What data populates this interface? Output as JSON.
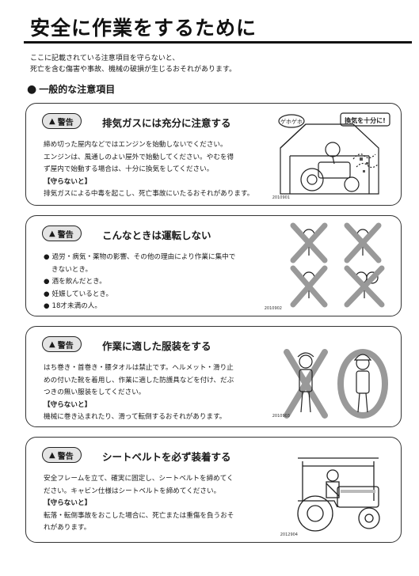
{
  "page": {
    "title": "安全に作業をするために",
    "intro": [
      "ここに記載されている注意項目を守らないと、",
      "死亡を含む傷害や事故、機械の破損が生じるおそれがあります。"
    ],
    "section_heading": "一般的な注意項目"
  },
  "badge_label": "警告",
  "cards": [
    {
      "title": "排気ガスには充分に注意する",
      "body": [
        "締め切った屋内などではエンジンを始動しないでください。",
        "エンジンは、風通しのよい屋外で始動してください。やむを得",
        "ず屋内で始動する場合は、十分に換気をしてください。"
      ],
      "consequence_heading": "【守らないと】",
      "consequence": "排気ガスによる中毒を起こし、死亡事故にいたるおそれがあります。",
      "illustration_caption": "換気を十分に!",
      "illustration_sound": "ゲホゲホ",
      "figure_id": "2010901"
    },
    {
      "title": "こんなときは運転しない",
      "bullets": [
        "過労・病気・薬物の影響、その他の理由により作業に集中で",
        "きないとき。",
        "酒を飲んだとき。",
        "妊娠しているとき。",
        "18才未満の人。"
      ],
      "figure_id": "2010902"
    },
    {
      "title": "作業に適した服装をする",
      "body": [
        "はち巻き・首巻き・腰タオルは禁止です。ヘルメット・滑り止",
        "めの付いた靴を着用し、作業に適した防護具などを付け、だぶ",
        "つきの無い服装をしてください。"
      ],
      "consequence_heading": "【守らないと】",
      "consequence": "機械に巻き込まれたり、滑って転倒するおそれがあります。",
      "figure_id": "2010903"
    },
    {
      "title": "シートベルトを必ず装着する",
      "body": [
        "安全フレームを立て、確実に固定し、シートベルトを締めてく",
        "ださい。キャビン仕様はシートベルトを締めてください。"
      ],
      "consequence_heading": "【守らないと】",
      "consequence_lines": [
        "転落・転倒事故をおこした場合に、死亡または重傷を負うおそ",
        "れがあります。"
      ],
      "figure_id": "2012904"
    }
  ]
}
